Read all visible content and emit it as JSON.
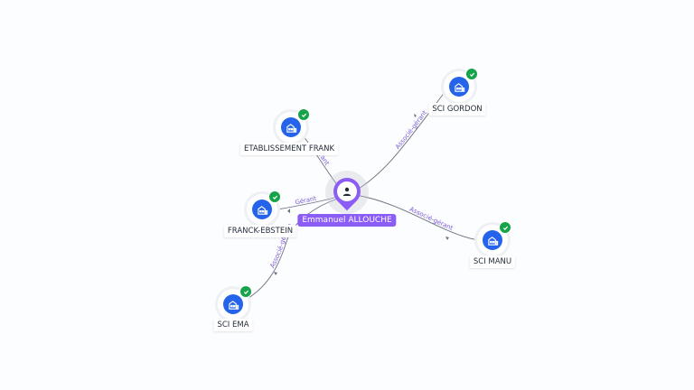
{
  "center": {
    "name": "Emmanuel ALLOUCHE",
    "icon": "person-icon",
    "color": "#8b5cf6"
  },
  "nodes": [
    {
      "id": "sci-gordon",
      "label": "SCI GORDON",
      "icon": "company-building-icon",
      "verified": true
    },
    {
      "id": "etablissement-frank",
      "label": "ETABLISSEMENT FRANK",
      "icon": "company-building-icon",
      "verified": true
    },
    {
      "id": "franck-ebstein",
      "label": "FRANCK-EBSTEIN",
      "icon": "company-building-icon",
      "verified": true
    },
    {
      "id": "sci-manu",
      "label": "SCI MANU",
      "icon": "company-building-icon",
      "verified": true
    },
    {
      "id": "sci-ema",
      "label": "SCI EMA",
      "icon": "company-building-icon",
      "verified": true
    }
  ],
  "edges": [
    {
      "to": "sci-gordon",
      "label": "Associé-gérant"
    },
    {
      "to": "etablissement-frank",
      "label": "Gérant"
    },
    {
      "to": "franck-ebstein",
      "label": "Gérant"
    },
    {
      "to": "sci-manu",
      "label": "Associé-gérant"
    },
    {
      "to": "sci-ema",
      "label": "Associé-gérant"
    }
  ],
  "colors": {
    "company": "#2563eb",
    "verified": "#16a34a",
    "edge_label": "#7c5cd6"
  }
}
